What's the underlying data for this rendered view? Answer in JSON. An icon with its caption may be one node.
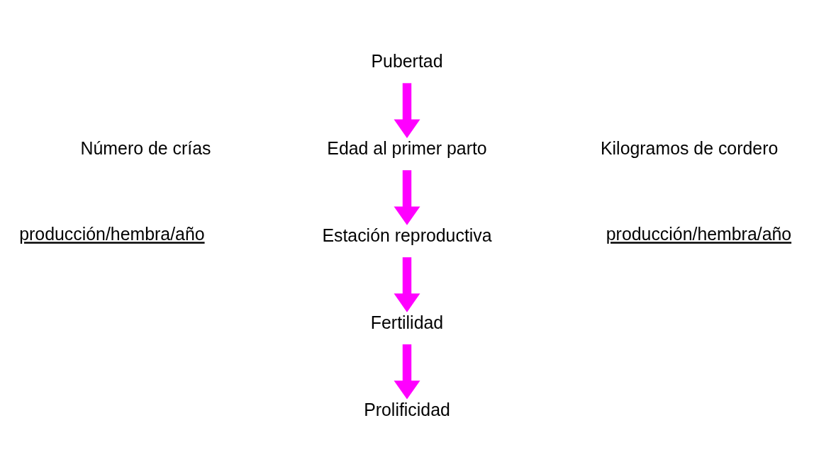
{
  "diagram": {
    "nodes": [
      {
        "text": [
          "Pubertad"
        ]
      },
      {
        "text": [
          "Edad al primer parto"
        ]
      },
      {
        "text": [
          "Estación reproductiva"
        ]
      },
      {
        "text": [
          "Fertilidad"
        ]
      },
      {
        "text": [
          "Prolificidad"
        ]
      }
    ],
    "edges": [
      {
        "from": 0,
        "to": 1,
        "arrow": "to"
      },
      {
        "from": 1,
        "to": 2,
        "arrow": "to"
      },
      {
        "from": 2,
        "to": 3,
        "arrow": "to"
      },
      {
        "from": 3,
        "to": 4,
        "arrow": "to"
      }
    ],
    "labels": [
      "Número de crías",
      "producción/hembra/año",
      "Kilogramos de cordero",
      "producción/hembra/año"
    ]
  }
}
